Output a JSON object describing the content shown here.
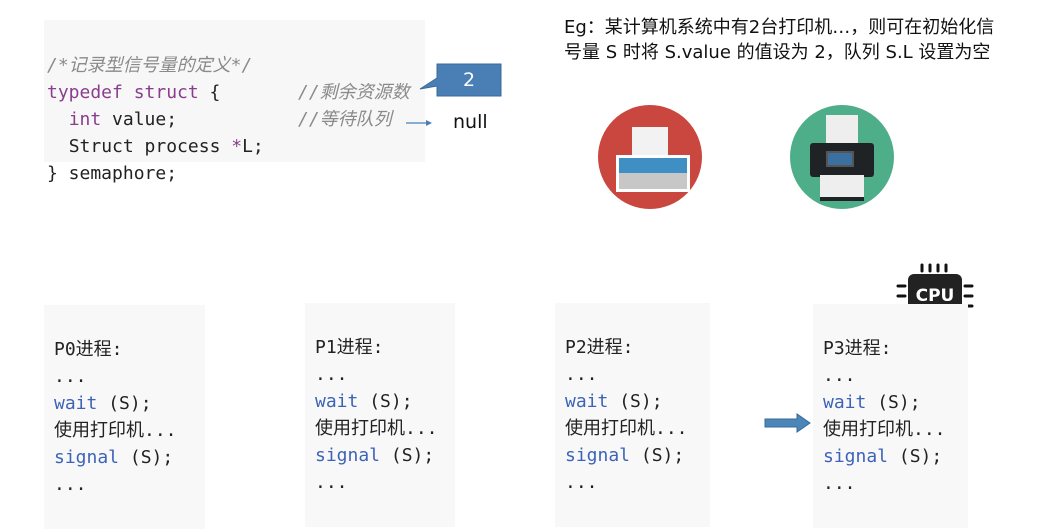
{
  "struct_code": {
    "comment_title": "/*记录型信号量的定义*/",
    "line1_kw": "typedef struct",
    "line1_rest": " {",
    "line2_kw": "int",
    "line2_rest": " value;",
    "line2_comment": "//剩余资源数",
    "line3_code": "Struct process ",
    "line3_ptr": "*",
    "line3_rest": "L;",
    "line3_comment": "//等待队列",
    "line4": "} semaphore;"
  },
  "value_callout": "2",
  "queue_value": "null",
  "example_text": "Eg：某计算机系统中有2台打印机…，则可在初始化信号量 S 时将 S.value 的值设为 2，队列 S.L 设置为空",
  "cpu_label": "CPU",
  "processes": [
    {
      "title": "P0进程:",
      "l1": "...",
      "wait": "wait",
      "wait_arg": " (S);",
      "use": "使用打印机...",
      "signal": "signal",
      "signal_arg": " (S);",
      "l5": "..."
    },
    {
      "title": "P1进程:",
      "l1": "...",
      "wait": "wait",
      "wait_arg": " (S);",
      "use": "使用打印机...",
      "signal": "signal",
      "signal_arg": " (S);",
      "l5": "..."
    },
    {
      "title": "P2进程:",
      "l1": "...",
      "wait": "wait",
      "wait_arg": " (S);",
      "use": "使用打印机...",
      "signal": "signal",
      "signal_arg": " (S);",
      "l5": "..."
    },
    {
      "title": "P3进程:",
      "l1": "...",
      "wait": "wait",
      "wait_arg": " (S);",
      "use": "使用打印机...",
      "signal": "signal",
      "signal_arg": " (S);",
      "l5": "..."
    }
  ],
  "colors": {
    "callout": "#4a7fb5",
    "printer1_bg": "#c9473f",
    "printer2_bg": "#4fae8a",
    "keyword": "#8a3d8f",
    "function": "#3d63b8"
  }
}
